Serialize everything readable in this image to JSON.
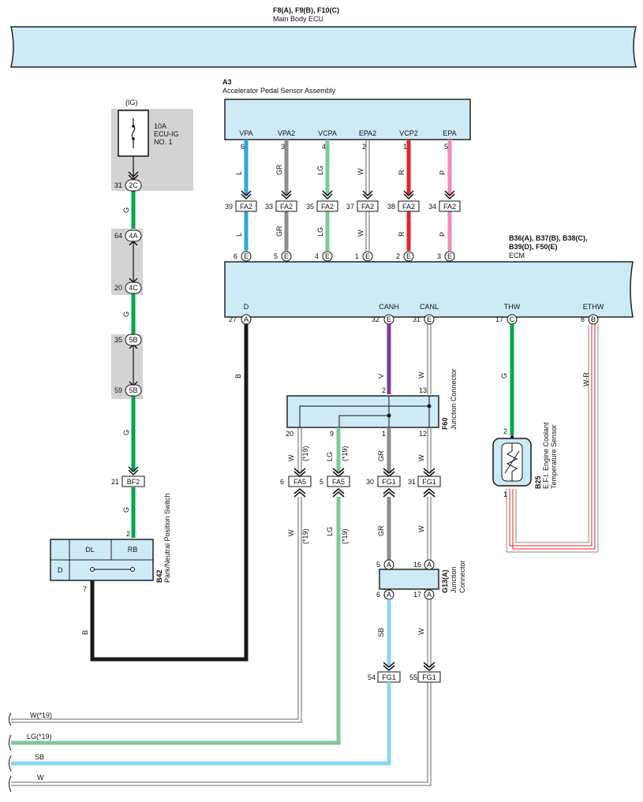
{
  "header": {
    "main_ecu_ids": "F8(A), F9(B), F10(C)",
    "main_ecu_name": "Main Body ECU",
    "aps_id": "A3",
    "aps_name": "Accelerator Pedal Sensor Assembly",
    "ecm_ids_1": "B36(A), B37(B), B38(C),",
    "ecm_ids_2": "B39(D), F50(E)",
    "ecm_name": "ECM"
  },
  "fuse": {
    "supply": "(IG)",
    "rating": "10A",
    "name1": "ECU-IG",
    "name2": "NO. 1",
    "pin": "31",
    "conn": "2C"
  },
  "left_circuit": {
    "wire_color": "G",
    "conn_4a_pin": "64",
    "conn_4a": "4A",
    "conn_4c_pin": "20",
    "conn_4c": "4C",
    "conn_5b_top_pin": "35",
    "conn_5b_top": "5B",
    "conn_5b_bot_pin": "59",
    "conn_5b_bot": "5B",
    "bf2_pin": "21",
    "bf2": "BF2",
    "switch_pin_top": "2",
    "switch_pin_bottom": "7",
    "b_wire": "B"
  },
  "switch": {
    "id": "B42",
    "name": "Park/Neutral Position Switch",
    "dl": "DL",
    "rb": "RB",
    "d": "D"
  },
  "aps_pins": [
    {
      "name": "VPA",
      "pin": "6",
      "wire": "L",
      "fa2_pin": "39",
      "ecm_pin": "6"
    },
    {
      "name": "VPA2",
      "pin": "3",
      "wire": "GR",
      "fa2_pin": "33",
      "ecm_pin": "5"
    },
    {
      "name": "VCPA",
      "pin": "4",
      "wire": "LG",
      "fa2_pin": "35",
      "ecm_pin": "4"
    },
    {
      "name": "EPA2",
      "pin": "2",
      "wire": "W",
      "fa2_pin": "37",
      "ecm_pin": "1"
    },
    {
      "name": "VCP2",
      "pin": "1",
      "wire": "R",
      "fa2_pin": "38",
      "ecm_pin": "2"
    },
    {
      "name": "EPA",
      "pin": "5",
      "wire": "P",
      "fa2_pin": "34",
      "ecm_pin": "3"
    }
  ],
  "fa2_label": "FA2",
  "ecm_conn_e": "E",
  "ecm_bottom": [
    {
      "name": "D",
      "pin": "27",
      "conn": "A"
    },
    {
      "name": "CANH",
      "pin": "32",
      "conn": "E"
    },
    {
      "name": "CANL",
      "pin": "31",
      "conn": "E"
    },
    {
      "name": "THW",
      "pin": "17",
      "conn": "C"
    },
    {
      "name": "ETHW",
      "pin": "8",
      "conn": "B"
    }
  ],
  "wires": {
    "b": "B",
    "v": "V",
    "w": "W",
    "g": "G",
    "wr": "W-R",
    "lg": "LG",
    "gr": "GR",
    "sb": "SB",
    "note19": "(*19)"
  },
  "f60": {
    "id": "F60",
    "name": "Junction Connector",
    "pin2": "2",
    "pin13": "13",
    "pin20": "20",
    "pin9": "9",
    "pin1": "1",
    "pin12": "12"
  },
  "fa5": {
    "label": "FA5",
    "pin_w": "6",
    "pin_lg": "5"
  },
  "fg1": {
    "label": "FG1",
    "pin_gr": "30",
    "pin_w": "31",
    "pin_sb": "54",
    "pin_w2": "55"
  },
  "g13": {
    "id": "G13(A)",
    "name1": "Junction",
    "name2": "Connector",
    "pin5": "5",
    "pin16": "16",
    "pin6": "6",
    "pin17": "17",
    "conn": "A"
  },
  "sensor": {
    "id": "B25",
    "name1": "E.F.I. Engine Coolant",
    "name2": "Temperature Sensor",
    "pin2": "2",
    "pin1": "1"
  },
  "bottom_wires": [
    {
      "label": "W(*19)"
    },
    {
      "label": "LG(*19)"
    },
    {
      "label": "SB"
    },
    {
      "label": "W"
    }
  ],
  "colors": {
    "L": "#29a8e0",
    "GR": "#8c8c8c",
    "LG": "#7dc99b",
    "W": "#ffffff",
    "R": "#e8202a",
    "P": "#f08ab8",
    "G": "#00a651",
    "V": "#7a3e9d",
    "B": "#1a1a1a",
    "SB": "#8fd3f2",
    "box": "#cdeaf7"
  }
}
